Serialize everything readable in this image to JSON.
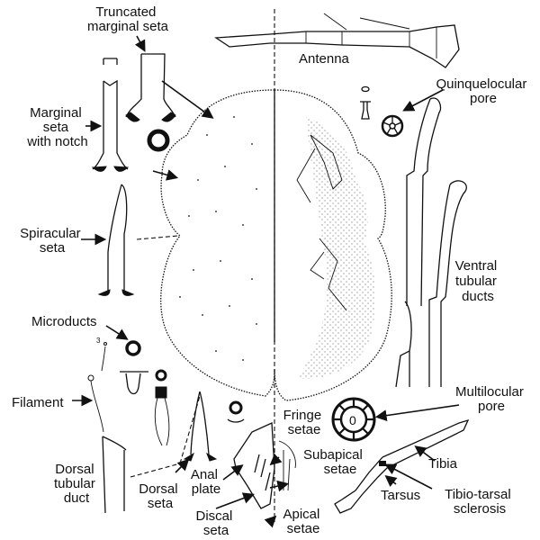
{
  "figure": {
    "subject": "Scale insect slide-mount anatomy (dorsal left half / ventral right half)",
    "colors": {
      "ink": "#111111",
      "background": "#ffffff",
      "stipple": "#555555"
    }
  },
  "labels": {
    "truncated_marginal_seta": [
      "Truncated",
      "marginal seta"
    ],
    "antenna": [
      "Antenna"
    ],
    "marginal_seta_with_notch": [
      "Marginal",
      "seta",
      "with notch"
    ],
    "quinquelocular_pore": [
      "Quinquelocular",
      "pore"
    ],
    "spiracular_seta": [
      "Spiracular",
      "seta"
    ],
    "ventral_tubular_ducts": [
      "Ventral",
      "tubular",
      "ducts"
    ],
    "microducts": [
      "Microducts"
    ],
    "filament": [
      "Filament"
    ],
    "multilocular_pore": [
      "Multilocular",
      "pore"
    ],
    "fringe_setae": [
      "Fringe",
      "setae"
    ],
    "subapical_setae": [
      "Subapical",
      "setae"
    ],
    "tibia": [
      "Tibia"
    ],
    "dorsal_tubular_duct": [
      "Dorsal",
      "tubular",
      "duct"
    ],
    "dorsal_seta": [
      "Dorsal",
      "seta"
    ],
    "anal_plate": [
      "Anal",
      "plate"
    ],
    "tarsus": [
      "Tarsus"
    ],
    "tibio_tarsal_sclerosis": [
      "Tibio-tarsal",
      "sclerosis"
    ],
    "discal_seta": [
      "Discal",
      "seta"
    ],
    "apical_setae": [
      "Apical",
      "setae"
    ]
  },
  "annotations": {
    "microduct_number": "3",
    "multilocular_center": "0"
  }
}
